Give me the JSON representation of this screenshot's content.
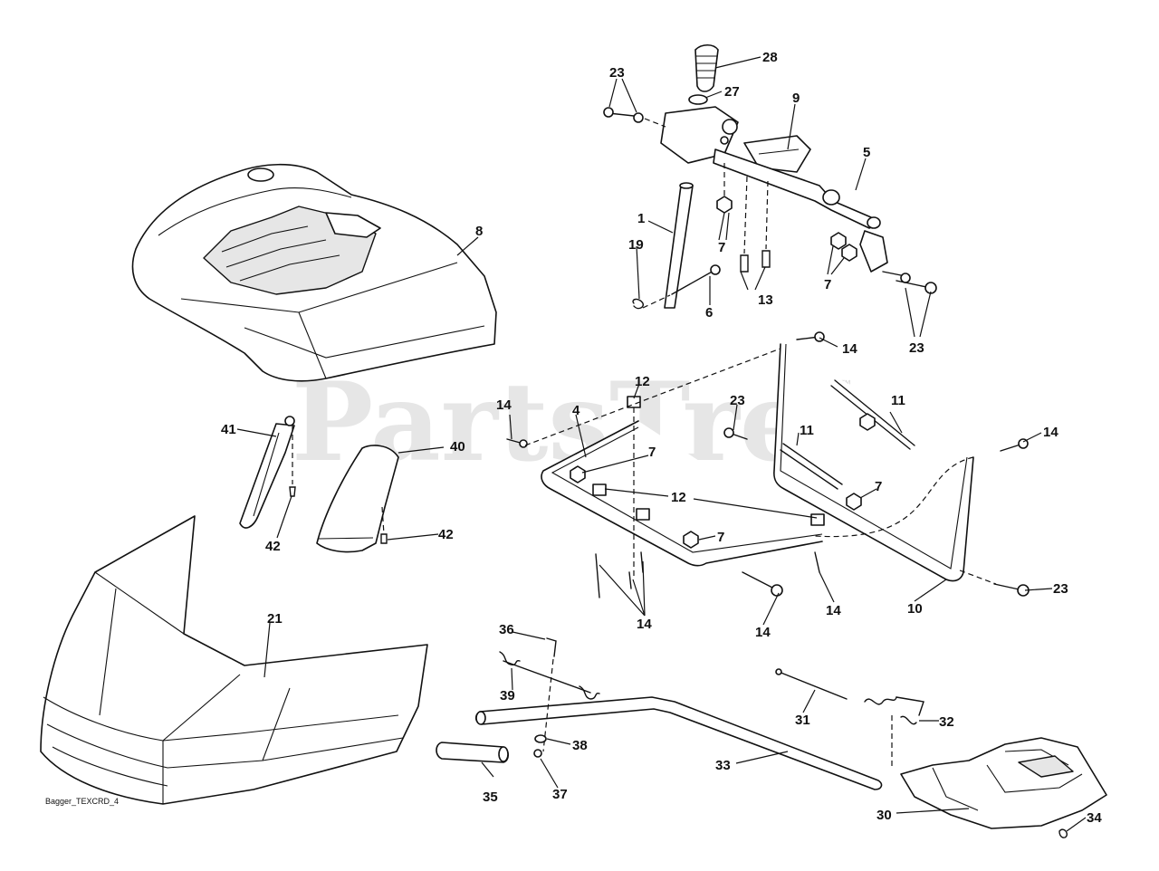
{
  "watermark": {
    "text": "PartsTree",
    "mark": "™"
  },
  "drawing_ref": "Bagger_TEXCRD_4",
  "callouts": {
    "c1": "1",
    "c4": "4",
    "c5": "5",
    "c6": "6",
    "c7a": "7",
    "c7b": "7",
    "c7c": "7",
    "c7d": "7",
    "c7e": "7",
    "c8": "8",
    "c9": "9",
    "c10": "10",
    "c11a": "11",
    "c11b": "11",
    "c12a": "12",
    "c12b": "12",
    "c13": "13",
    "c14a": "14",
    "c14b": "14",
    "c14c": "14",
    "c14d": "14",
    "c14e": "14",
    "c19": "19",
    "c21": "21",
    "c23a": "23",
    "c23b": "23",
    "c23c": "23",
    "c23d": "23",
    "c27": "27",
    "c28": "28",
    "c30": "30",
    "c31": "31",
    "c32": "32",
    "c33": "33",
    "c34": "34",
    "c35": "35",
    "c36": "36",
    "c37": "37",
    "c38": "38",
    "c39": "39",
    "c40": "40",
    "c41": "41",
    "c42a": "42",
    "c42b": "42"
  }
}
